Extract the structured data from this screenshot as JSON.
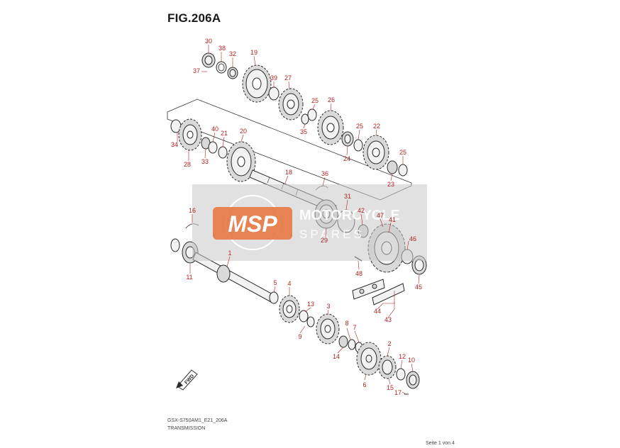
{
  "figure": {
    "title": "FIG.206A"
  },
  "footer": {
    "code": "GSX-S750AM1_E21_206A",
    "name": "TRANSMISSION",
    "page": "Seite 1 von 4"
  },
  "watermark": {
    "logo_text": "MSP",
    "brand_line1": "MOTORCYCLE",
    "brand_line2": "SPARES"
  },
  "direction_tag": "FWD",
  "parts": [
    {
      "id": "p30",
      "num": "30"
    },
    {
      "id": "p38",
      "num": "38"
    },
    {
      "id": "p19",
      "num": "19"
    },
    {
      "id": "p37",
      "num": "37"
    },
    {
      "id": "p32",
      "num": "32"
    },
    {
      "id": "p39",
      "num": "39"
    },
    {
      "id": "p27",
      "num": "27"
    },
    {
      "id": "p25a",
      "num": "25"
    },
    {
      "id": "p26",
      "num": "26"
    },
    {
      "id": "p35",
      "num": "35"
    },
    {
      "id": "p25b",
      "num": "25"
    },
    {
      "id": "p22",
      "num": "22"
    },
    {
      "id": "p24",
      "num": "24"
    },
    {
      "id": "p25c",
      "num": "25"
    },
    {
      "id": "p23",
      "num": "23"
    },
    {
      "id": "p40",
      "num": "40"
    },
    {
      "id": "p21",
      "num": "21"
    },
    {
      "id": "p20",
      "num": "20"
    },
    {
      "id": "p34",
      "num": "34"
    },
    {
      "id": "p33",
      "num": "33"
    },
    {
      "id": "p28",
      "num": "28"
    },
    {
      "id": "p18",
      "num": "18"
    },
    {
      "id": "p36",
      "num": "36"
    },
    {
      "id": "p31",
      "num": "31"
    },
    {
      "id": "p42",
      "num": "42"
    },
    {
      "id": "p47",
      "num": "47"
    },
    {
      "id": "p41",
      "num": "41"
    },
    {
      "id": "p29",
      "num": "29"
    },
    {
      "id": "p46",
      "num": "46"
    },
    {
      "id": "p16",
      "num": "16"
    },
    {
      "id": "p48",
      "num": "48"
    },
    {
      "id": "p1",
      "num": "1"
    },
    {
      "id": "p11",
      "num": "11"
    },
    {
      "id": "p45",
      "num": "45"
    },
    {
      "id": "p5",
      "num": "5"
    },
    {
      "id": "p4",
      "num": "4"
    },
    {
      "id": "p44",
      "num": "44"
    },
    {
      "id": "p13",
      "num": "13"
    },
    {
      "id": "p3",
      "num": "3"
    },
    {
      "id": "p43",
      "num": "43"
    },
    {
      "id": "p9",
      "num": "9"
    },
    {
      "id": "p8",
      "num": "8"
    },
    {
      "id": "p7",
      "num": "7"
    },
    {
      "id": "p14",
      "num": "14"
    },
    {
      "id": "p2",
      "num": "2"
    },
    {
      "id": "p12",
      "num": "12"
    },
    {
      "id": "p10",
      "num": "10"
    },
    {
      "id": "p6",
      "num": "6"
    },
    {
      "id": "p15",
      "num": "15"
    },
    {
      "id": "p17",
      "num": "17"
    }
  ]
}
